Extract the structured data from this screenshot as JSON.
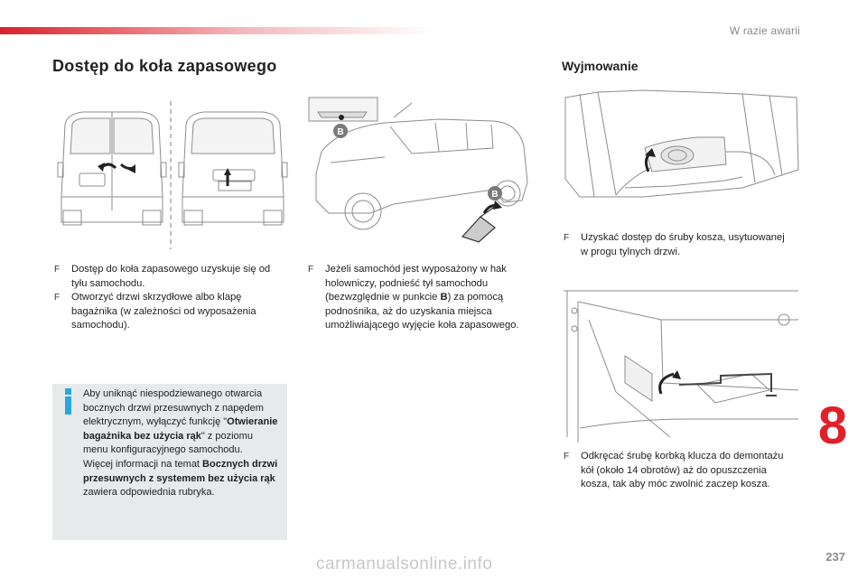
{
  "header": {
    "section_title": "W razie awarii"
  },
  "left": {
    "title": "Dostęp do koła zapasowego",
    "bullets": [
      "Dostęp do koła zapasowego uzyskuje się od tyłu samochodu.",
      "Otworzyć drzwi skrzydłowe albo klapę bagażnika (w zależności od wyposażenia samochodu)."
    ]
  },
  "middle": {
    "bullet_parts": [
      "Jeżeli samochód jest wyposażony w hak holowniczy, podnieść tył samochodu (bezwzględnie w punkcie ",
      "B",
      ") za pomocą podnośnika, aż do uzyskania miejsca umożliwiającego wyjęcie koła zapasowego."
    ],
    "callout_b": "B"
  },
  "info": {
    "t1": "Aby uniknąć niespodziewanego otwarcia bocznych drzwi przesuwnych z napędem elektrycznym, wyłączyć funkcję \"",
    "t2": "Otwieranie bagażnika bez użycia rąk",
    "t3": "\" z poziomu menu konfiguracyjnego samochodu.",
    "t4": "Więcej informacji na temat ",
    "t5": "Bocznych drzwi przesuwnych z systemem bez użycia rąk",
    "t6": " zawiera odpowiednia rubryka."
  },
  "right": {
    "title": "Wyjmowanie",
    "bullet1": "Uzyskać dostęp do śruby kosza, usytuowanej w progu tylnych drzwi.",
    "bullet2": "Odkręcać śrubę korbką klucza do demontażu kół (około 14 obrotów) aż do opuszczenia kosza, tak aby móc zwolnić zaczep kosza."
  },
  "bullet_marker": "F",
  "chapter_number": "8",
  "page_number": "237",
  "watermark": "carmanualsonline.info",
  "colors": {
    "accent_red": "#e0202b",
    "info_blue": "#2aa7e0",
    "info_bg": "#e8e9ea"
  }
}
